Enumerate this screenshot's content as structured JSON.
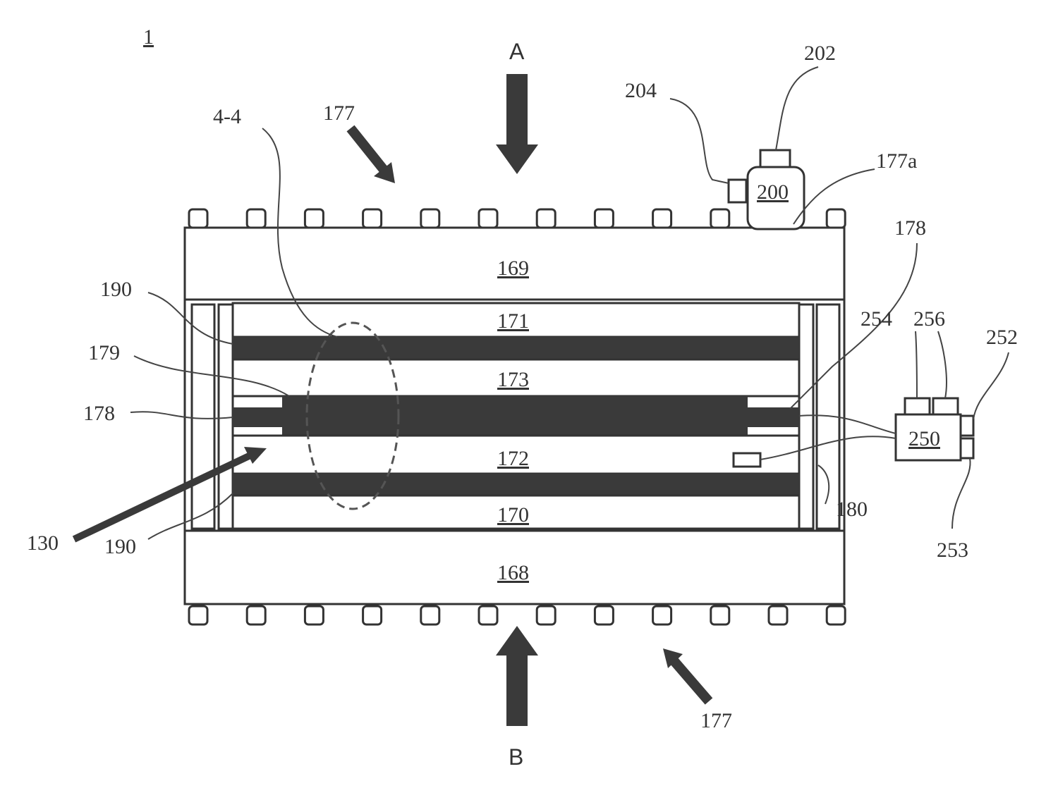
{
  "figure": {
    "figure_number": "1",
    "arrows": {
      "top_direction": "A",
      "bottom_direction": "B",
      "top_oblique": "177",
      "bottom_oblique": "177",
      "inlet": "130"
    },
    "layers": {
      "top_plate": "169",
      "layer_171": "171",
      "layer_173": "173",
      "layer_172": "172",
      "layer_170": "170",
      "bottom_plate": "168"
    },
    "callouts": {
      "detail": "4-4",
      "sensor_left": "204",
      "sensor_top": "202",
      "bump": "177a",
      "module_200": "200",
      "electrode_right": "178",
      "electrode_left": "178",
      "seal_top": "190",
      "seal_bottom": "190",
      "membrane": "179",
      "sensor_180": "180",
      "c254": "254",
      "c256": "256",
      "c252": "252",
      "module_250": "250",
      "c253": "253"
    },
    "colors": {
      "ink": "#333333",
      "fill_dark": "#3a3a3a"
    }
  }
}
